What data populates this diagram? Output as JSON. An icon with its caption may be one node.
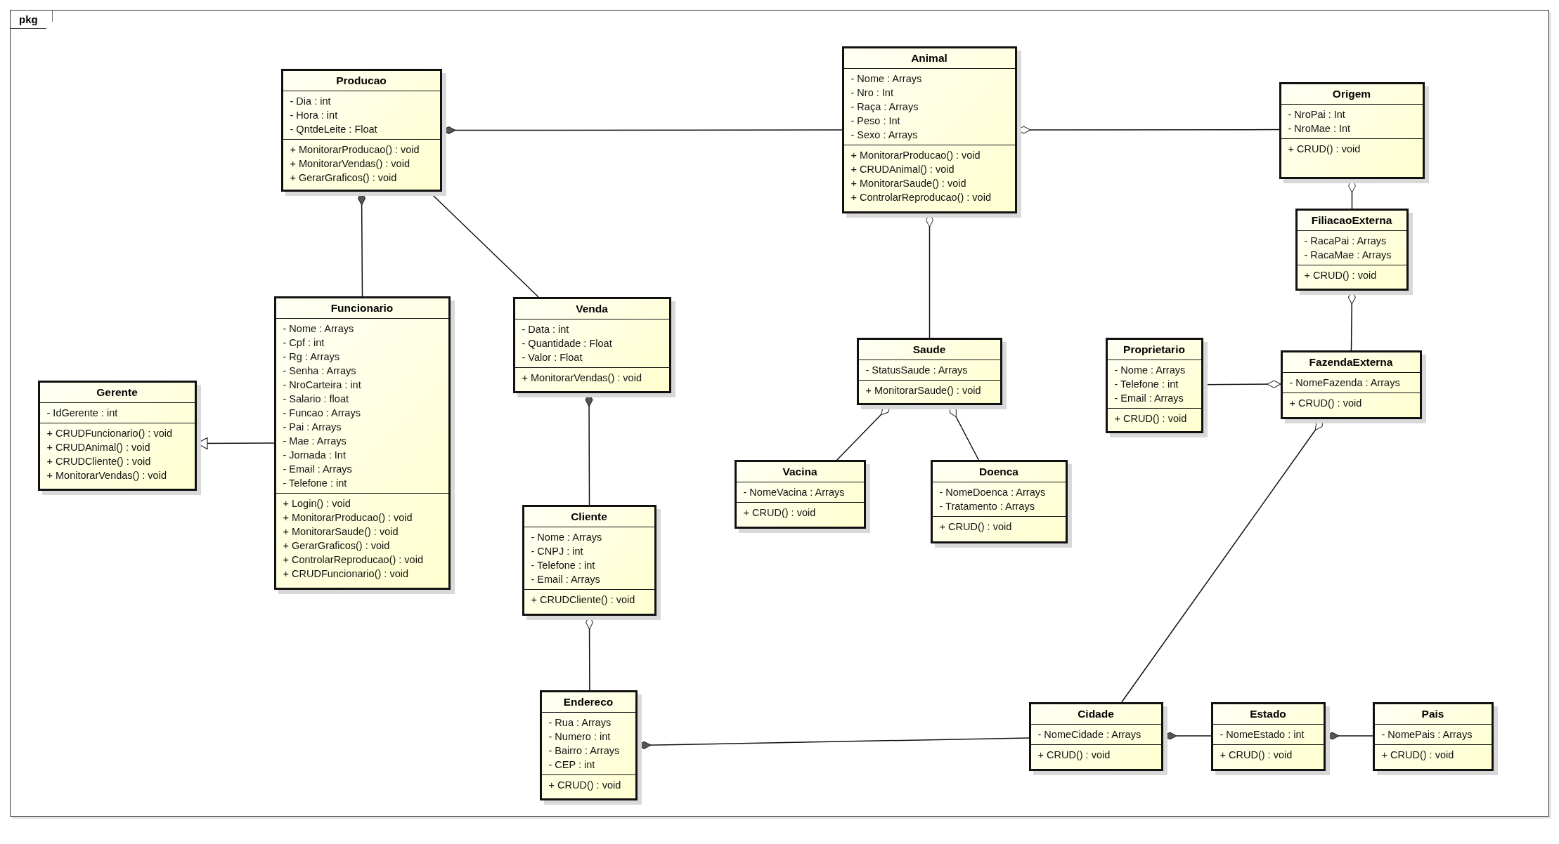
{
  "diagram": {
    "nodes": [
      {
        "text": [
          "pkg"
        ]
      },
      {
        "text": [
          "Producao",
          "- Dia : int",
          "- Hora : int",
          "- QntdeLeite : Float",
          "+ MonitorarProducao() : void",
          "+ MonitorarVendas() : void",
          "+ GerarGraficos() : void"
        ],
        "in": 0
      },
      {
        "text": [
          "Animal",
          "- Nome : Arrays",
          "- Nro : Int",
          "- Raça : Arrays",
          "- Peso : Int",
          "- Sexo : Arrays",
          "+ MonitorarProducao() : void",
          "+ CRUDAnimal() : void",
          "+ MonitorarSaude() : void",
          "+ ControlarReproducao() : void"
        ],
        "in": 0
      },
      {
        "text": [
          "Origem",
          "- NroPai : Int",
          "- NroMae : Int",
          "+ CRUD() : void"
        ],
        "in": 0
      },
      {
        "text": [
          "FiliacaoExterna",
          "- RacaPai : Arrays",
          "- RacaMae : Arrays",
          "+ CRUD() : void"
        ],
        "in": 0
      },
      {
        "text": [
          "Funcionario",
          "- Nome : Arrays",
          "- Cpf : int",
          "- Rg : Arrays",
          "- Senha : Arrays",
          "- NroCarteira : int",
          "- Salario : float",
          "- Funcao : Arrays",
          "- Pai : Arrays",
          "- Mae : Arrays",
          "- Jornada : Int",
          "- Email : Arrays",
          "- Telefone : int",
          "+ Login() : void",
          "+ MonitorarProducao() : void",
          "+ MonitorarSaude() : void",
          "+ GerarGraficos() : void",
          "+ ControlarReproducao() : void",
          "+ CRUDFuncionario() : void"
        ],
        "in": 0
      },
      {
        "text": [
          "Venda",
          "- Data : int",
          "- Quantidade : Float",
          "- Valor : Float",
          "+ MonitorarVendas() : void"
        ],
        "in": 0
      },
      {
        "text": [
          "Gerente",
          "- IdGerente : int",
          "+ CRUDFuncionario() : void",
          "+ CRUDAnimal() : void",
          "+ CRUDCliente() : void",
          "+ MonitorarVendas() : void"
        ],
        "in": 0
      },
      {
        "text": [
          "Saude",
          "- StatusSaude : Arrays",
          "+ MonitorarSaude() : void"
        ],
        "in": 0
      },
      {
        "text": [
          "Proprietario",
          "- Nome : Arrays",
          "- Telefone : int",
          "- Email : Arrays",
          "+ CRUD() : void"
        ],
        "in": 0
      },
      {
        "text": [
          "FazendaExterna",
          "- NomeFazenda : Arrays",
          "+ CRUD() : void"
        ],
        "in": 0
      },
      {
        "text": [
          "Vacina",
          "- NomeVacina : Arrays",
          "+ CRUD() : void"
        ],
        "in": 0
      },
      {
        "text": [
          "Doenca",
          "- NomeDoenca : Arrays",
          "- Tratamento : Arrays",
          "+ CRUD() : void"
        ],
        "in": 0
      },
      {
        "text": [
          "Cliente",
          "- Nome : Arrays",
          "- CNPJ : int",
          "- Telefone : int",
          "- Email : Arrays",
          "+ CRUDCliente() : void"
        ],
        "in": 0
      },
      {
        "text": [
          "Endereco",
          "- Rua : Arrays",
          "- Numero : int",
          "- Bairro : Arrays",
          "- CEP : int",
          "+ CRUD() : void"
        ],
        "in": 0
      },
      {
        "text": [
          "Cidade",
          "- NomeCidade : Arrays",
          "+ CRUD() : void"
        ],
        "in": 0
      },
      {
        "text": [
          "Estado",
          "- NomeEstado : int",
          "+ CRUD() : void"
        ],
        "in": 0
      },
      {
        "text": [
          "Pais",
          "- NomePais : Arrays",
          "+ CRUD() : void"
        ],
        "in": 0
      }
    ],
    "edges": [
      {
        "from": 1,
        "to": 2,
        "arrow": "other"
      },
      {
        "from": 1,
        "to": 5,
        "arrow": "other"
      },
      {
        "from": 1,
        "to": 6,
        "arrow": "none"
      },
      {
        "from": 2,
        "to": 3,
        "arrow": "other"
      },
      {
        "from": 2,
        "to": 8,
        "arrow": "other"
      },
      {
        "from": 3,
        "to": 4,
        "arrow": "other"
      },
      {
        "from": 4,
        "to": 10,
        "arrow": "other"
      },
      {
        "from": 5,
        "to": 7,
        "arrow": "to"
      },
      {
        "from": 6,
        "to": 13,
        "arrow": "other"
      },
      {
        "from": 8,
        "to": 11,
        "arrow": "other"
      },
      {
        "from": 8,
        "to": 12,
        "arrow": "other"
      },
      {
        "from": 10,
        "to": 9,
        "arrow": "other"
      },
      {
        "from": 10,
        "to": 15,
        "arrow": "other"
      },
      {
        "from": 13,
        "to": 14,
        "arrow": "other"
      },
      {
        "from": 14,
        "to": 15,
        "arrow": "other"
      },
      {
        "from": 15,
        "to": 16,
        "arrow": "other"
      },
      {
        "from": 16,
        "to": 17,
        "arrow": "other"
      }
    ]
  }
}
